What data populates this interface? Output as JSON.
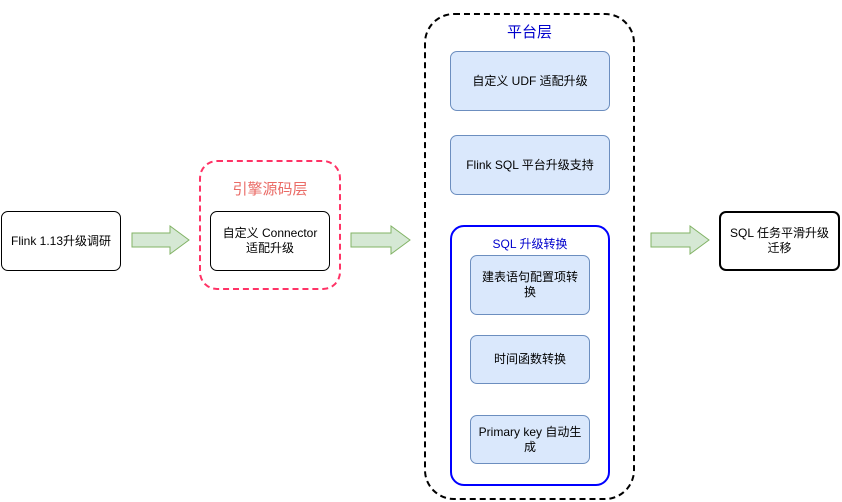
{
  "nodes": {
    "flink_research": "Flink 1.13升级调研",
    "custom_connector": "自定义 Connector 适配升级",
    "custom_udf": "自定义 UDF 适配升级",
    "flink_sql_platform": "Flink SQL 平台升级支持",
    "ddl_option_convert": "建表语句配置项转换",
    "time_func_convert": "时间函数转换",
    "primary_key_gen": "Primary key 自动生成",
    "sql_task_migration": "SQL 任务平滑升级迁移"
  },
  "groups": {
    "engine_layer": "引擎源码层",
    "platform_layer": "平台层",
    "sql_upgrade": "SQL 升级转换"
  },
  "colors": {
    "engine_border": "#ff3366",
    "engine_title": "#ea6b66",
    "platform_border": "#000000",
    "platform_title": "#0000cc",
    "sql_border": "#0000ff",
    "blue_fill": "#dae8fc",
    "blue_stroke": "#6c8ebf",
    "arrow_fill": "#d5e8d4",
    "arrow_stroke": "#82b366"
  }
}
